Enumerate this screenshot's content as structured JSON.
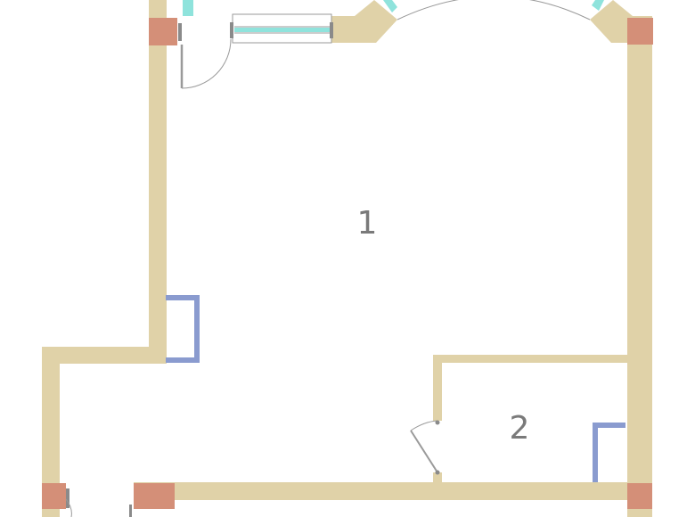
{
  "plan": {
    "colors": {
      "background": "#ffffff",
      "wall": "#e0d2a8",
      "column": "#d48f78",
      "window_glass": "#8fe3dc",
      "window_frame": "#9a9a9a",
      "door_swing": "#9a9a9a",
      "niche": "#8a9bcf"
    },
    "rooms": [
      {
        "id": "1",
        "label": "1"
      },
      {
        "id": "2",
        "label": "2"
      }
    ]
  }
}
